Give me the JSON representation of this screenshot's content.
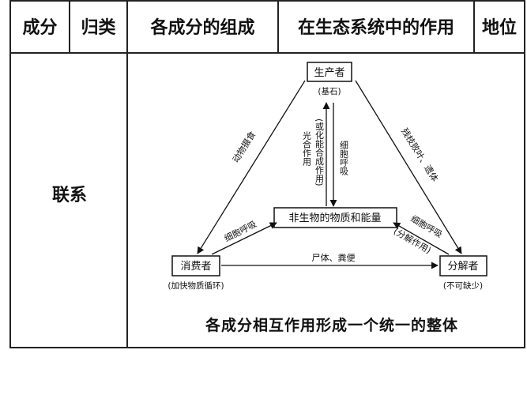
{
  "header": {
    "col1": "成分",
    "col2": "归类",
    "col3": "各成分的组成",
    "col4": "在生态系统中的作用",
    "col5": "地位"
  },
  "row": {
    "label": "联系"
  },
  "diagram": {
    "producer": "生产者",
    "producer_note": "(基石)",
    "consumer": "消费者",
    "consumer_note": "(加快物质循环)",
    "decomposer": "分解者",
    "decomposer_note": "(不可缺少)",
    "abiotic": "非生物的物质和能量",
    "edge_feeding": "动物摄食",
    "edge_photosynthesis": "光合作用",
    "edge_photosynthesis_alt": "(或化能合成作用)",
    "edge_producer_respiration": "细胞呼吸",
    "edge_remains": "残枝败叶、遗体",
    "edge_consumer_respiration": "细胞呼吸",
    "edge_decomposer_respiration": "细胞呼吸",
    "edge_decomposer_alt": "(分解作用)",
    "edge_excrement": "尸体、粪便"
  },
  "conclusion": "各成分相互作用形成一个统一的整体"
}
